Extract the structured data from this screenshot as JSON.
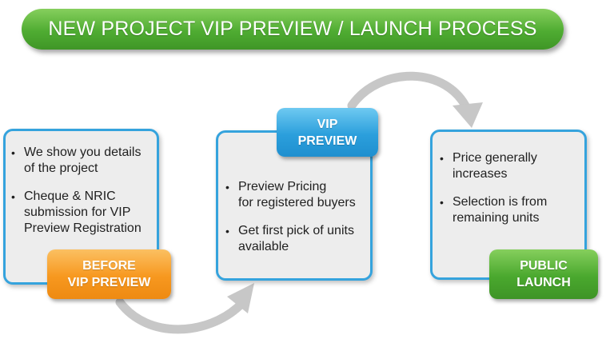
{
  "title": "NEW PROJECT VIP PREVIEW / LAUNCH PROCESS",
  "colors": {
    "title_green": "#4fac32",
    "card_border_blue": "#35a3dd",
    "card_fill": "#ededed",
    "orange": "#f7981f",
    "blue": "#2b9fdc",
    "green": "#4aa82e",
    "arrow_gray": "#c7c7c7"
  },
  "steps": [
    {
      "label": "BEFORE\nVIP PREVIEW",
      "bullets": [
        "We show you details\nof the project",
        "Cheque & NRIC\nsubmission for VIP\nPreview Registration"
      ]
    },
    {
      "label": "VIP\nPREVIEW",
      "bullets": [
        "Preview Pricing\nfor registered buyers",
        "Get first pick of units\navailable"
      ]
    },
    {
      "label": "PUBLIC\nLAUNCH",
      "bullets": [
        "Price generally\nincreases",
        "Selection is from\nremaining units"
      ]
    }
  ],
  "bullet_symbol": "•"
}
